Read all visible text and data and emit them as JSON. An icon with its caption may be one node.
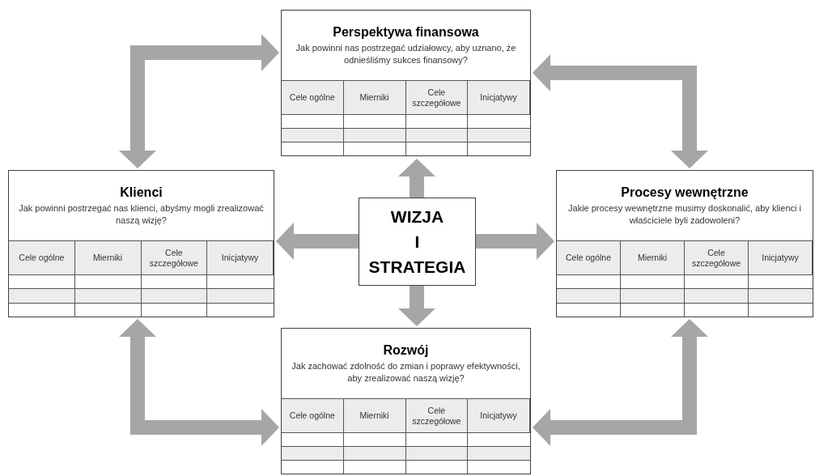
{
  "diagram": {
    "nodes": [
      {
        "text": [
          "Perspektywa finansowa",
          "Jak powinni nas postrzegać udziałowcy, aby uznano, że odnieśliśmy sukces finansowy?",
          "Cele ogólne",
          "Mierniki",
          "Cele szczegółowe",
          "Inicjatywy"
        ]
      },
      {
        "text": [
          "Klienci",
          "Jak powinni postrzegać nas klienci, abyśmy mogli zrealizować naszą wizję?",
          "Cele ogólne",
          "Mierniki",
          "Cele szczegółowe",
          "Inicjatywy"
        ]
      },
      {
        "text": [
          "WIZJA I STRATEGIA"
        ]
      },
      {
        "text": [
          "Procesy wewnętrzne",
          "Jakie procesy wewnętrzne musimy doskonalić, aby klienci i właściciele byli zadowoleni?",
          "Cele ogólne",
          "Mierniki",
          "Cele szczegółowe",
          "Inicjatywy"
        ]
      },
      {
        "text": [
          "Rozwój",
          "Jak zachować zdolność do zmian i poprawy efektywności, aby zrealizować naszą wizję?",
          "Cele ogólne",
          "Mierniki",
          "Cele szczegółowe",
          "Inicjatywy"
        ]
      }
    ],
    "edges": [
      {
        "from": 2,
        "to": 0,
        "arrow": "to"
      },
      {
        "from": 2,
        "to": 1,
        "arrow": "to"
      },
      {
        "from": 2,
        "to": 3,
        "arrow": "to"
      },
      {
        "from": 2,
        "to": 4,
        "arrow": "to"
      },
      {
        "from": 1,
        "to": 0,
        "arrow": "both"
      },
      {
        "from": 0,
        "to": 3,
        "arrow": "both"
      },
      {
        "from": 1,
        "to": 4,
        "arrow": "both"
      },
      {
        "from": 3,
        "to": 4,
        "arrow": "both"
      }
    ]
  }
}
